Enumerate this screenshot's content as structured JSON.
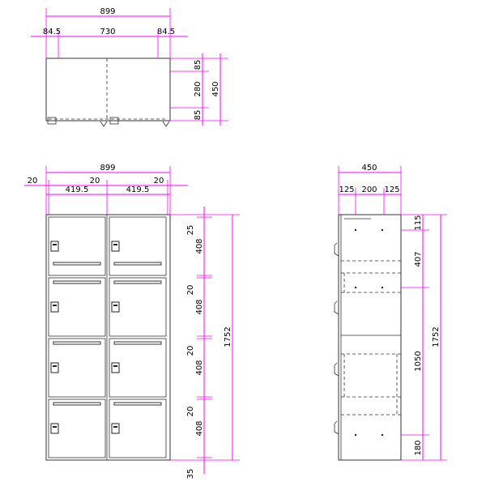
{
  "top_view": {
    "width_overall": "899",
    "left_offset": "84.5",
    "center_width": "730",
    "right_offset": "84.5",
    "depth_front": "85",
    "depth_mid": "280",
    "depth_back": "85",
    "depth_total": "450"
  },
  "front_view": {
    "width_overall": "899",
    "side_panel": "20",
    "center_panel": "20",
    "right_panel": "20",
    "bay_left": "419.5",
    "bay_right": "419.5",
    "top_gap": "25",
    "door1": "408",
    "gap1": "20",
    "door2": "408",
    "gap2": "20",
    "door3": "408",
    "gap3": "20",
    "door4": "408",
    "base": "35",
    "height_total": "1752"
  },
  "side_view": {
    "depth_overall": "450",
    "seg_front": "125",
    "seg_mid": "200",
    "seg_back": "125",
    "top_seg": "115",
    "upper_seg": "407",
    "mid_seg": "1050",
    "base_seg": "180",
    "height_total": "1752"
  }
}
